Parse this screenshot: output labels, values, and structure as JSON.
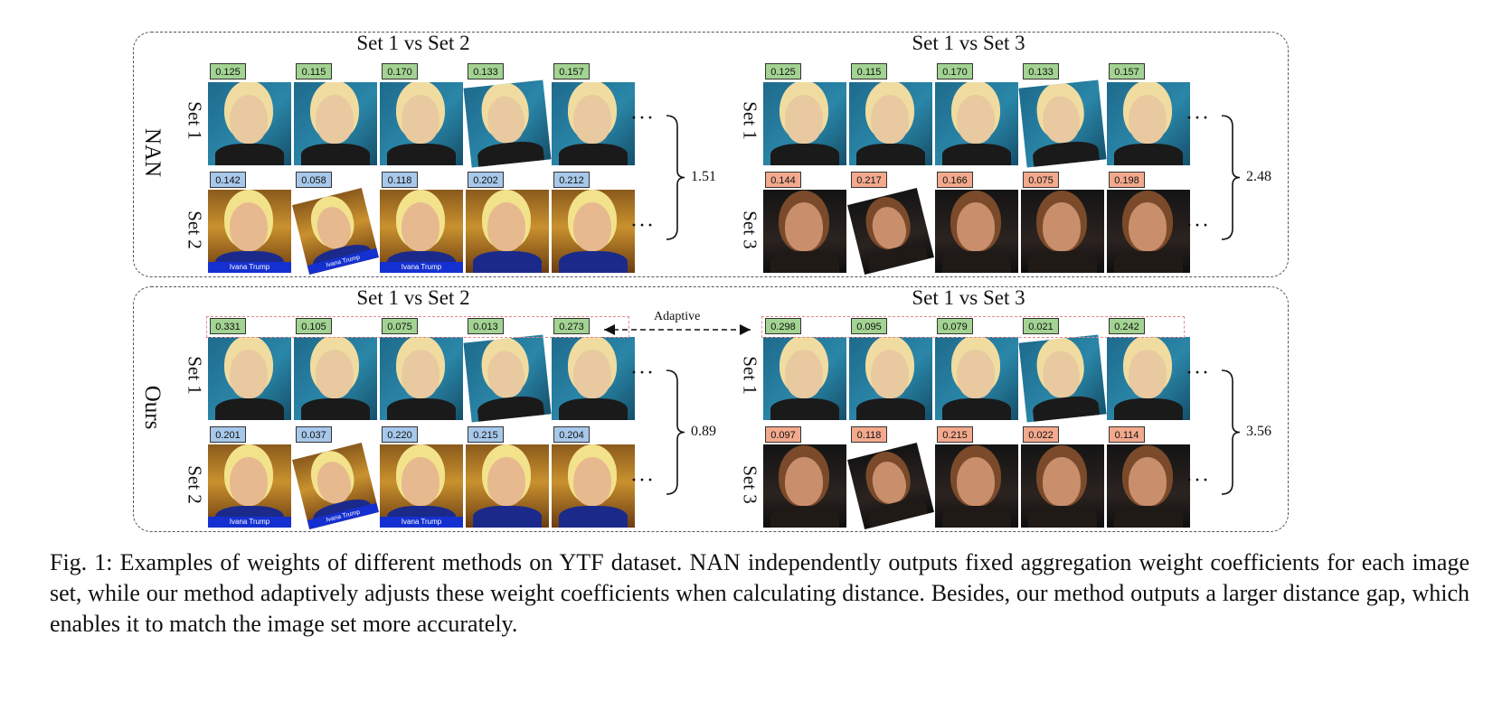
{
  "panels": [
    {
      "method": "NAN",
      "left": {
        "title": "Set 1 vs Set 2",
        "top_label": "Set 1",
        "bottom_label": "Set 2",
        "top_weights": [
          "0.125",
          "0.115",
          "0.170",
          "0.133",
          "0.157"
        ],
        "bottom_weights": [
          "0.142",
          "0.058",
          "0.118",
          "0.202",
          "0.212"
        ],
        "distance": "1.51",
        "image_caption": "Ivana Trump"
      },
      "right": {
        "title": "Set 1 vs Set 3",
        "top_label": "Set 1",
        "bottom_label": "Set 3",
        "top_weights": [
          "0.125",
          "0.115",
          "0.170",
          "0.133",
          "0.157"
        ],
        "bottom_weights": [
          "0.144",
          "0.217",
          "0.166",
          "0.075",
          "0.198"
        ],
        "distance": "2.48"
      }
    },
    {
      "method": "Ours",
      "left": {
        "title": "Set 1 vs Set 2",
        "top_label": "Set 1",
        "bottom_label": "Set 2",
        "top_weights": [
          "0.331",
          "0.105",
          "0.075",
          "0.013",
          "0.273"
        ],
        "bottom_weights": [
          "0.201",
          "0.037",
          "0.220",
          "0.215",
          "0.204"
        ],
        "distance": "0.89",
        "image_caption": "Ivana Trump"
      },
      "right": {
        "title": "Set 1 vs Set 3",
        "top_label": "Set 1",
        "bottom_label": "Set 3",
        "top_weights": [
          "0.298",
          "0.095",
          "0.079",
          "0.021",
          "0.242"
        ],
        "bottom_weights": [
          "0.097",
          "0.118",
          "0.215",
          "0.022",
          "0.114"
        ],
        "distance": "3.56"
      }
    }
  ],
  "ellipsis": "···",
  "adaptive_label": "Adaptive",
  "figure_caption": "Fig. 1: Examples of weights of different methods on YTF dataset. NAN independently outputs fixed aggregation weight coefficients for each image set, while our method adaptively adjusts these weight coefficients when calculating distance. Besides, our method outputs a larger distance gap, which enables it to match the image set more accurately.",
  "colors": {
    "set1_weight_box": "#a3d392",
    "set2_weight_box": "#a7c8ea",
    "set3_weight_box": "#f2a98d",
    "adaptive_highlight": "#e08a8a"
  }
}
